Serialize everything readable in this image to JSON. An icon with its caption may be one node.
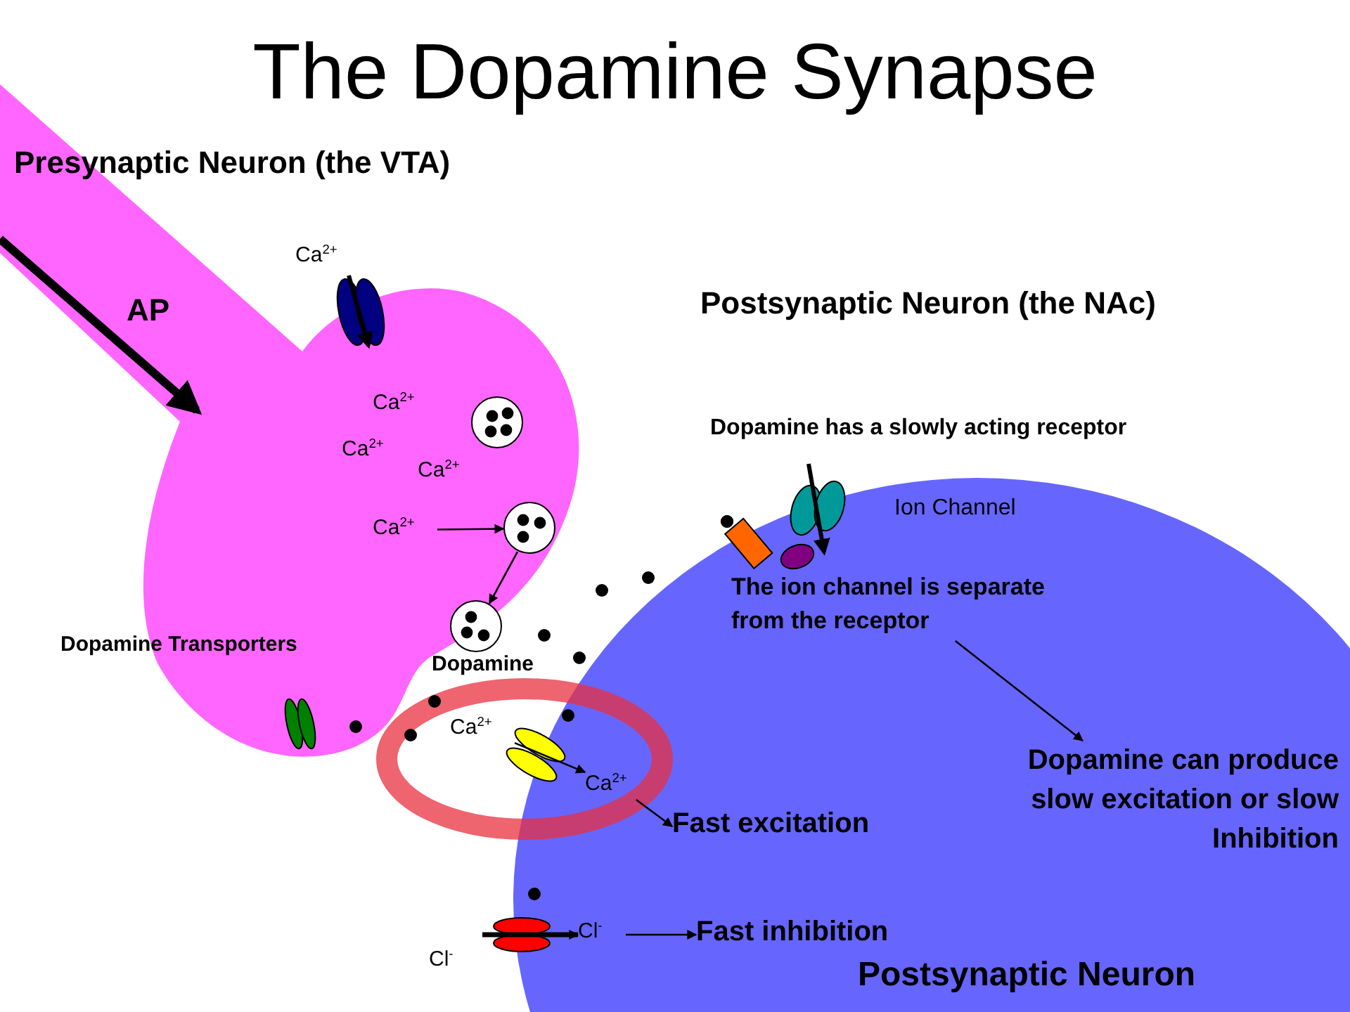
{
  "diagram": {
    "title": "The Dopamine Synapse",
    "nodes": [
      {
        "text": [
          "Presynaptic Neuron (the VTA)"
        ]
      },
      {
        "text": [
          "Postsynaptic Neuron"
        ]
      },
      {
        "text": [],
        "shape": "circle",
        "in": 0
      },
      {
        "text": [
          "Ca$^{2+}$"
        ],
        "in": 0
      },
      {
        "text": [],
        "shape": "circle",
        "in": 0
      },
      {
        "text": [],
        "shape": "circle",
        "in": 0
      },
      {
        "text": [
          "Ca$^{2+}$"
        ]
      },
      {
        "text": [
          "Ca$^{2+}$"
        ],
        "in": 1
      },
      {
        "text": [
          "Fast excitation"
        ],
        "in": 1
      },
      {
        "text": [
          "Cl$^{-}$"
        ],
        "in": 1
      },
      {
        "text": [
          "Fast inhibition"
        ],
        "in": 1
      },
      {
        "text": [
          "The ion channel is separate from the receptor"
        ],
        "in": 1
      },
      {
        "text": [
          "Dopamine can produce slow excitation or slow Inhibition"
        ],
        "in": 1
      }
    ],
    "edges": [
      {
        "from": 3,
        "to": 4,
        "arrow": "to"
      },
      {
        "from": 4,
        "to": 5,
        "arrow": "to"
      },
      {
        "from": 6,
        "to": 7,
        "arrow": "to"
      },
      {
        "from": 7,
        "to": 8,
        "arrow": "to"
      },
      {
        "from": null,
        "to": 9,
        "arrow": "to",
        "style": "thick"
      },
      {
        "from": 9,
        "to": 10,
        "arrow": "to"
      },
      {
        "from": 11,
        "to": 12,
        "arrow": "to"
      }
    ],
    "labels": [
      "Ca$^{2+}$",
      "Postsynaptic Neuron (the NAc)",
      "AP",
      "Ca$^{2+}$",
      "Dopamine has a slowly acting receptor",
      "Ca$^{2+}$",
      "Ca$^{2+}$",
      "Ion Channel",
      "Dopamine Transporters",
      "Dopamine",
      "Cl$^{-}$"
    ]
  }
}
